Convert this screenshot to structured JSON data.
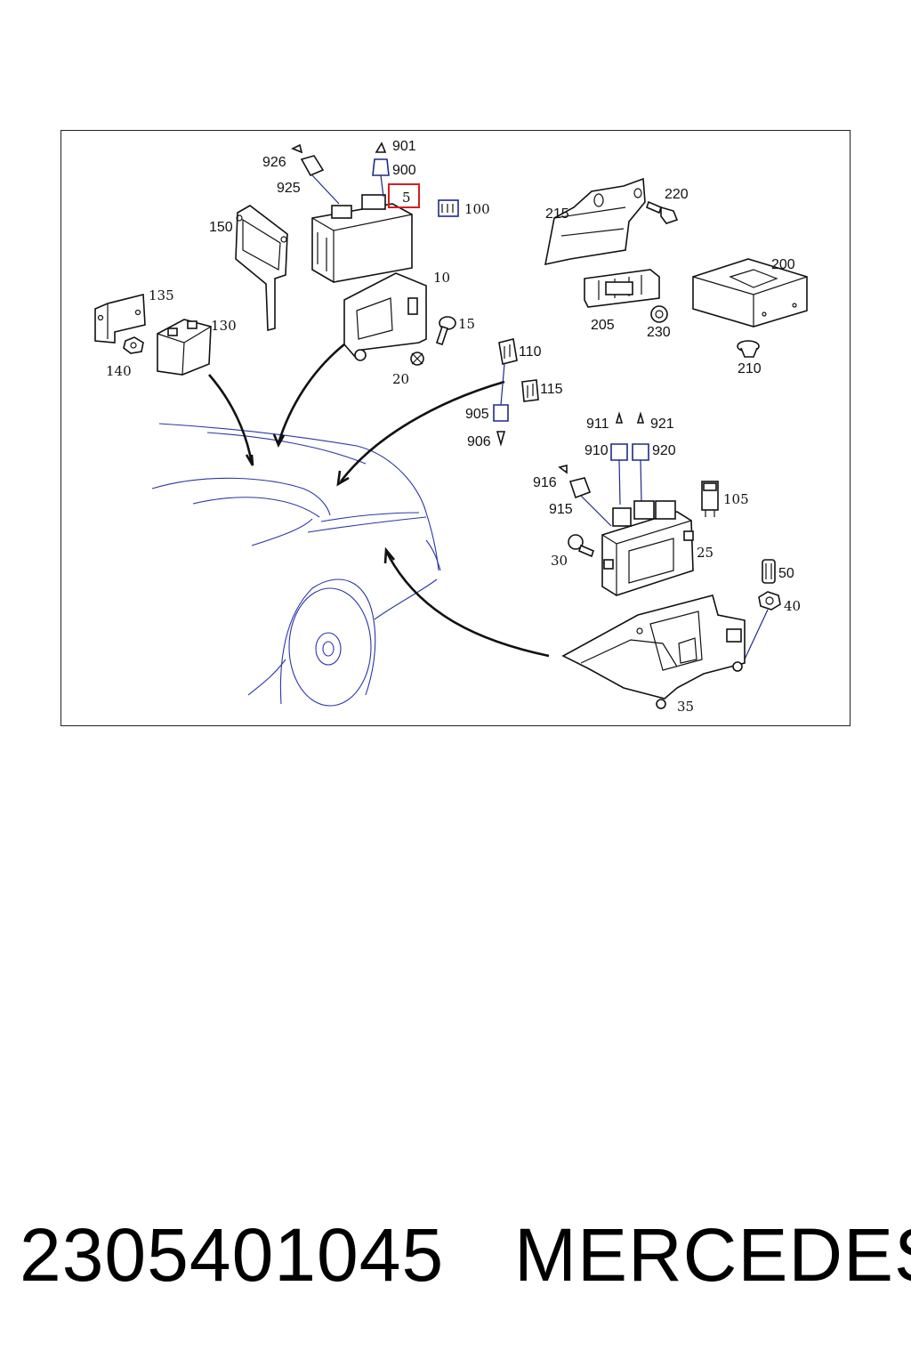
{
  "diagram": {
    "callouts": {
      "c901": "901",
      "c900": "900",
      "c926": "926",
      "c925": "925",
      "c5": "5",
      "c100": "100",
      "c150": "150",
      "c10": "10",
      "c15": "15",
      "c20": "20",
      "c135": "135",
      "c130": "130",
      "c140": "140",
      "c215": "215",
      "c220": "220",
      "c200": "200",
      "c205": "205",
      "c230": "230",
      "c210": "210",
      "c110": "110",
      "c115": "115",
      "c905": "905",
      "c906": "906",
      "c911": "911",
      "c921": "921",
      "c910": "910",
      "c920": "920",
      "c916": "916",
      "c915": "915",
      "c105": "105",
      "c25": "25",
      "c30": "30",
      "c50": "50",
      "c40": "40",
      "c35": "35"
    },
    "highlighted_callout": "5",
    "colors": {
      "line": "#111111",
      "car_outline": "#2b36a8",
      "leader": "#1d2a8a",
      "highlight": "#d61f1f"
    }
  },
  "footer": {
    "part_number": "2305401045",
    "brand": "MERCEDES"
  }
}
